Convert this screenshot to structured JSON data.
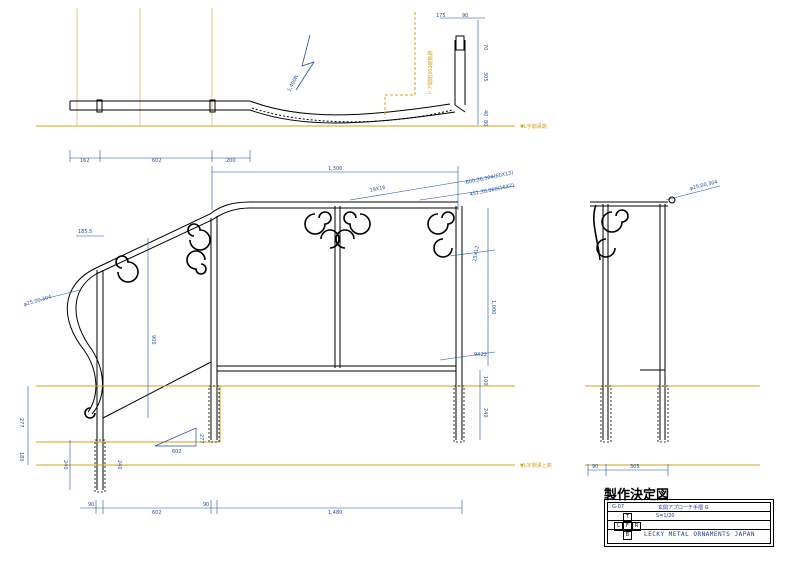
{
  "colors": {
    "line": "#000000",
    "dimension": "#1f4fa8",
    "ground": "#d2a21c",
    "fill": "#8fb4dc"
  },
  "top_view": {
    "dims_bottom": [
      "162",
      "602",
      "200"
    ],
    "length_label": "1,400R",
    "end_dims_top": [
      "175",
      "90"
    ],
    "end_dims_right": [
      "70",
      "305",
      "40",
      "80"
    ],
    "note_vertical": "ドア開閉360度軌跡",
    "ground_label": "▼L字側溝端"
  },
  "front_view": {
    "overall_top": "1,300",
    "rail_label_1": "19X16",
    "rail_label_2": "600,30,304(60X13)",
    "rail_label_3": "451,30,060(16X7)",
    "post_label": "25X12",
    "lower_rail_label": "9X22",
    "left_dim": "185.5",
    "pipe_label": "φ25,00,304",
    "height_main": "1,000",
    "height_900": "900",
    "post_100": "100",
    "post_240": "240",
    "left_277": "277",
    "left_180": "180",
    "left_240": "240",
    "bottom_240": "240",
    "slope_h": "277",
    "slope_w": "602",
    "ground_label": "▼L字側溝上端",
    "dims_bottom": [
      "90",
      "602",
      "90",
      "1,480"
    ]
  },
  "side_view": {
    "pipe_label": "φ25,00,304",
    "dims_bottom": [
      "90",
      "305"
    ]
  },
  "title_block": {
    "heading": "製作決定図",
    "code": "G-07",
    "title": "玄関アプローチ手摺 G",
    "scale": "S=1/20",
    "company": "LECKY METAL ORNAMENTS JAPAN",
    "view_t": "T",
    "view_l": "L",
    "view_f": "F",
    "view_r": "R",
    "view_b": "B"
  }
}
